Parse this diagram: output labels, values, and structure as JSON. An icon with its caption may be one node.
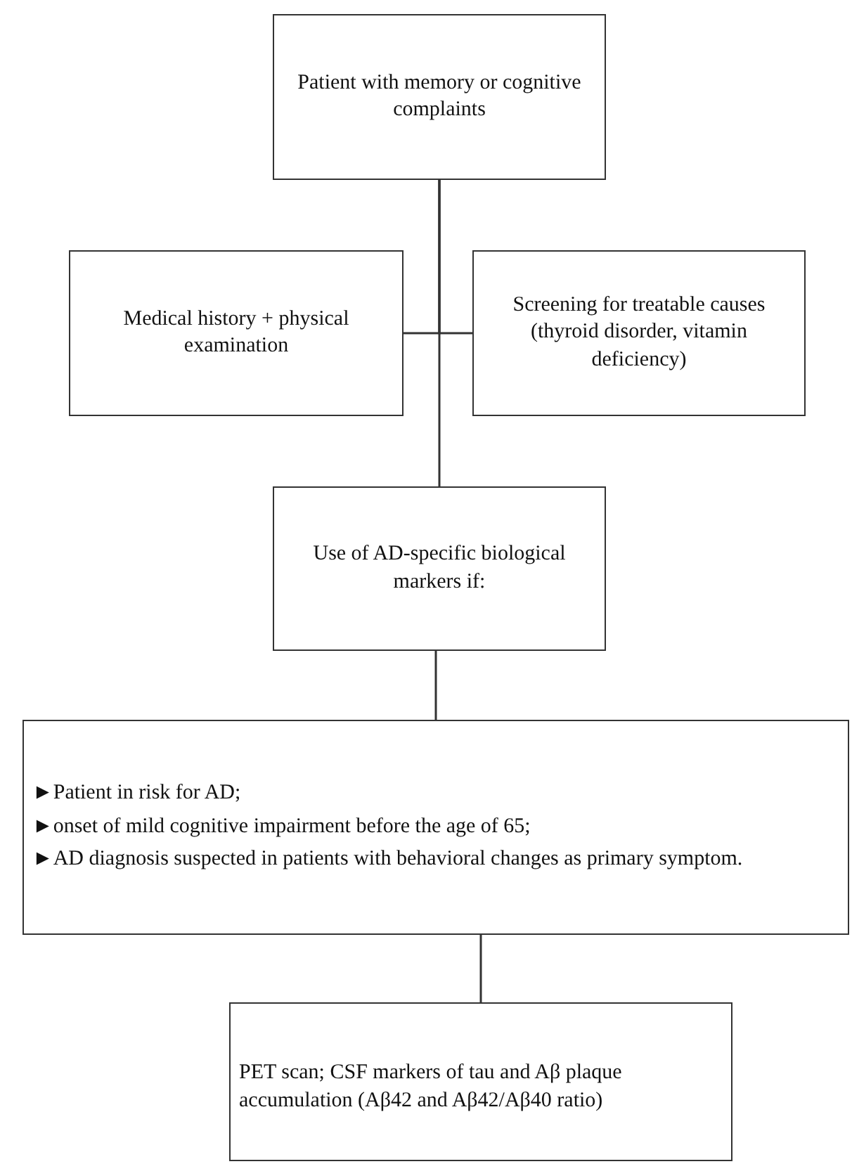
{
  "diagram": {
    "nodes": [
      {
        "text": [
          "Patient with memory or cognitive complaints"
        ]
      },
      {
        "text": [
          "Medical history + physical examination"
        ]
      },
      {
        "text": [
          "Screening for treatable causes (thyroid disorder, vitamin deficiency)"
        ]
      },
      {
        "text": [
          "Use of AD-specific biological markers if:"
        ]
      },
      {
        "text": [
          "►Patient in risk for AD;",
          "►onset of mild cognitive impairment before the age of 65;",
          "►AD diagnosis suspected in patients with behavioral changes as primary symptom."
        ]
      },
      {
        "text": [
          "PET scan; CSF markers of tau and Aβ plaque accumulation (Aβ42 and Aβ42/Aβ40 ratio)"
        ]
      }
    ],
    "edges": [
      {
        "from": 0,
        "to": 1,
        "arrow": "none"
      },
      {
        "from": 0,
        "to": 2,
        "arrow": "none"
      },
      {
        "from": 0,
        "to": 3,
        "arrow": "none"
      },
      {
        "from": 3,
        "to": 4,
        "arrow": "none"
      },
      {
        "from": 4,
        "to": 5,
        "arrow": "none"
      }
    ]
  }
}
